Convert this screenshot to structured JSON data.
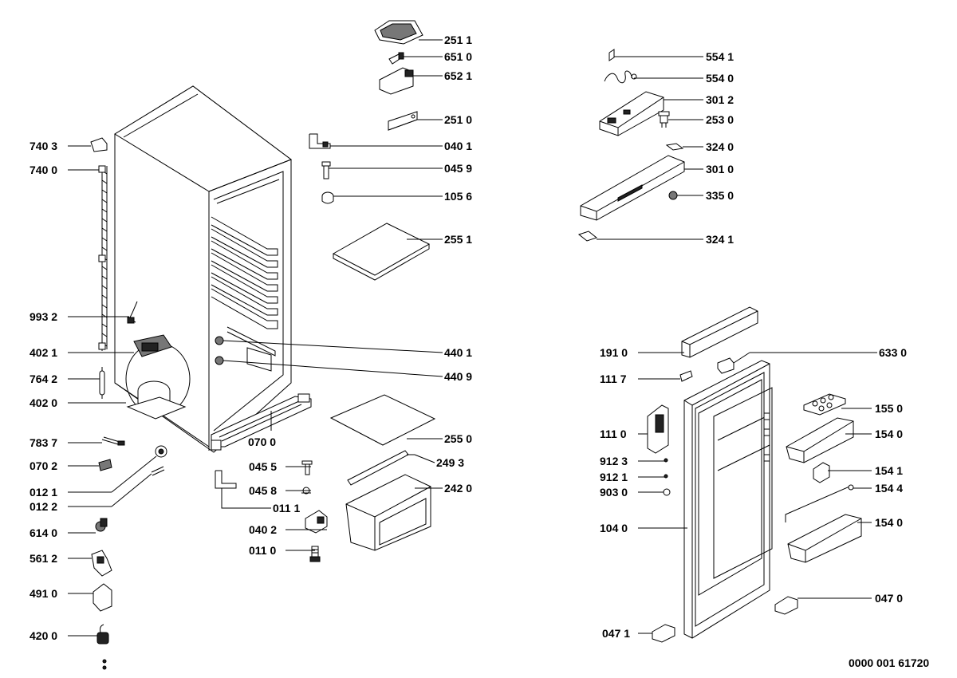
{
  "diagram_id": "0000 001 61720",
  "labels": {
    "l2511": "251 1",
    "l6510": "651 0",
    "l6521": "652 1",
    "l2510": "251 0",
    "l0401": "040 1",
    "l0459": "045 9",
    "l1056": "105 6",
    "l2551": "255 1",
    "l4401": "440 1",
    "l4409": "440 9",
    "l2550": "255 0",
    "l2493": "249 3",
    "l2420": "242 0",
    "l0455": "045 5",
    "l0458": "045 8",
    "l0402": "040 2",
    "l0110": "011 0",
    "l0111": "011 1",
    "l0700": "070 0",
    "l7403": "740 3",
    "l7400": "740 0",
    "l9932": "993 2",
    "l4021": "402 1",
    "l7642": "764 2",
    "l4020": "402 0",
    "l7837": "783 7",
    "l0702": "070 2",
    "l0121": "012 1",
    "l0122": "012 2",
    "l6140": "614 0",
    "l5612": "561 2",
    "l4910": "491 0",
    "l4200": "420 0",
    "l5541": "554 1",
    "l5540": "554 0",
    "l3012": "301 2",
    "l2530": "253 0",
    "l3240": "324 0",
    "l3010": "301 0",
    "l3350": "335 0",
    "l3241": "324 1",
    "l1910": "191 0",
    "l6330": "633 0",
    "l1117": "111 7",
    "l1550": "155 0",
    "l1110": "111 0",
    "l1540a": "154 0",
    "l9123": "912 3",
    "l1541": "154 1",
    "l9121": "912 1",
    "l1544": "154 4",
    "l9030": "903 0",
    "l1040": "104 0",
    "l1540b": "154 0",
    "l0470": "047 0",
    "l0471": "047 1"
  }
}
